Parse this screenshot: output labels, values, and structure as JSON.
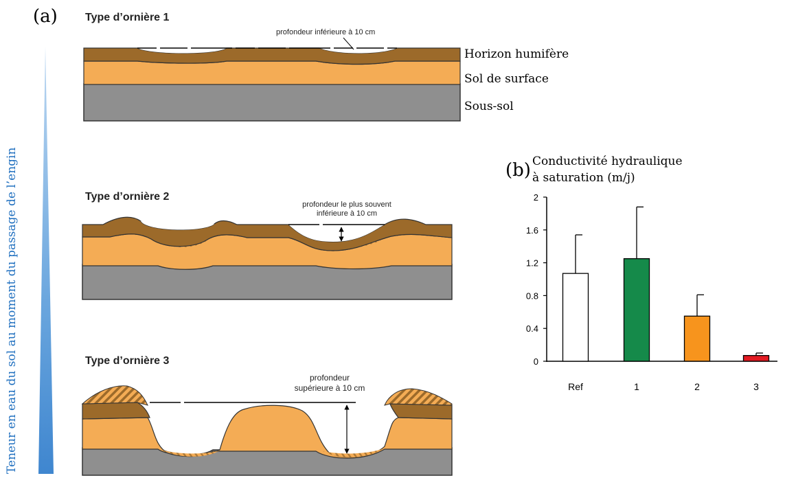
{
  "panel_a": {
    "label": "(a)",
    "vertical_axis_label": "Teneur en eau du sol au moment du passage de l’engin",
    "rut_types": [
      {
        "title": "Type d’ornière 1",
        "depth_note": [
          "profondeur inférieure à 10 cm"
        ]
      },
      {
        "title": "Type d’ornière 2",
        "depth_note": [
          "profondeur le plus souvent",
          "inférieure à 10 cm"
        ]
      },
      {
        "title": "Type d’ornière 3",
        "depth_note": [
          "profondeur",
          "supérieure à 10 cm"
        ]
      }
    ],
    "layers": [
      "Horizon humifère",
      "Sol de surface",
      "Sous-sol"
    ]
  },
  "panel_b": {
    "label": "(b)",
    "title_lines": [
      "Conductivité hydraulique",
      "à saturation (m/j)"
    ]
  },
  "colors": {
    "humus": "#9c6a2a",
    "surface_soil": "#f4ac55",
    "subsoil": "#8f8f8f",
    "wedge": "#4a8fd2",
    "ref_bar": "#ffffff",
    "bar_1": "#158a4a",
    "bar_2": "#f7941d",
    "bar_3": "#e31b23"
  },
  "chart_data": {
    "type": "bar",
    "categories": [
      "Ref",
      "1",
      "2",
      "3"
    ],
    "values": [
      1.07,
      1.25,
      0.55,
      0.07
    ],
    "errors": [
      0.47,
      0.63,
      0.26,
      0.03
    ],
    "ylim": [
      0,
      2
    ],
    "yticks": [
      "0",
      "0.4",
      "0.8",
      "1.2",
      "1.6",
      "2"
    ],
    "title": "Conductivité hydraulique à saturation (m/j)",
    "xlabel": "",
    "ylabel": ""
  }
}
